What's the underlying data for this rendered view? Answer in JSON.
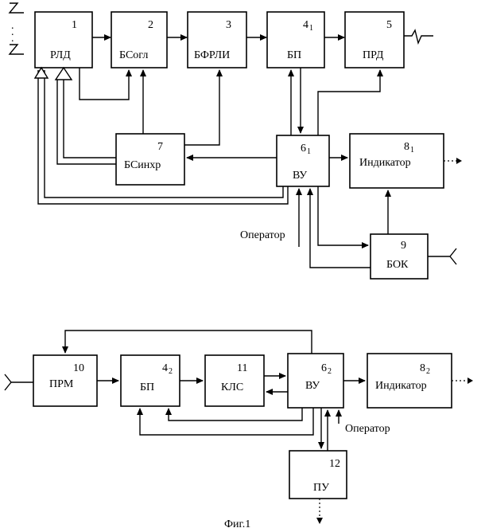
{
  "blocks": {
    "b1": {
      "num": "1",
      "label": "РЛД"
    },
    "b2": {
      "num": "2",
      "label": "БСогл"
    },
    "b3": {
      "num": "3",
      "label": "БФРЛИ"
    },
    "b4a": {
      "num": "4",
      "sub": "1",
      "label": "БП"
    },
    "b5": {
      "num": "5",
      "label": "ПРД"
    },
    "b7": {
      "num": "7",
      "label": "БСинхр"
    },
    "b6a": {
      "num": "6",
      "sub": "1",
      "label": "ВУ"
    },
    "b8a": {
      "num": "8",
      "sub": "1",
      "label": "Индикатор"
    },
    "b9": {
      "num": "9",
      "label": "БОК"
    },
    "b10": {
      "num": "10",
      "label": "ПРМ"
    },
    "b4b": {
      "num": "4",
      "sub": "2",
      "label": "БП"
    },
    "b11": {
      "num": "11",
      "label": "КЛС"
    },
    "b6b": {
      "num": "6",
      "sub": "2",
      "label": "ВУ"
    },
    "b8b": {
      "num": "8",
      "sub": "2",
      "label": "Индикатор"
    },
    "b12": {
      "num": "12",
      "label": "ПУ"
    }
  },
  "operator_top": "Оператор",
  "operator_bottom": "Оператор",
  "caption": "Фиг.1"
}
